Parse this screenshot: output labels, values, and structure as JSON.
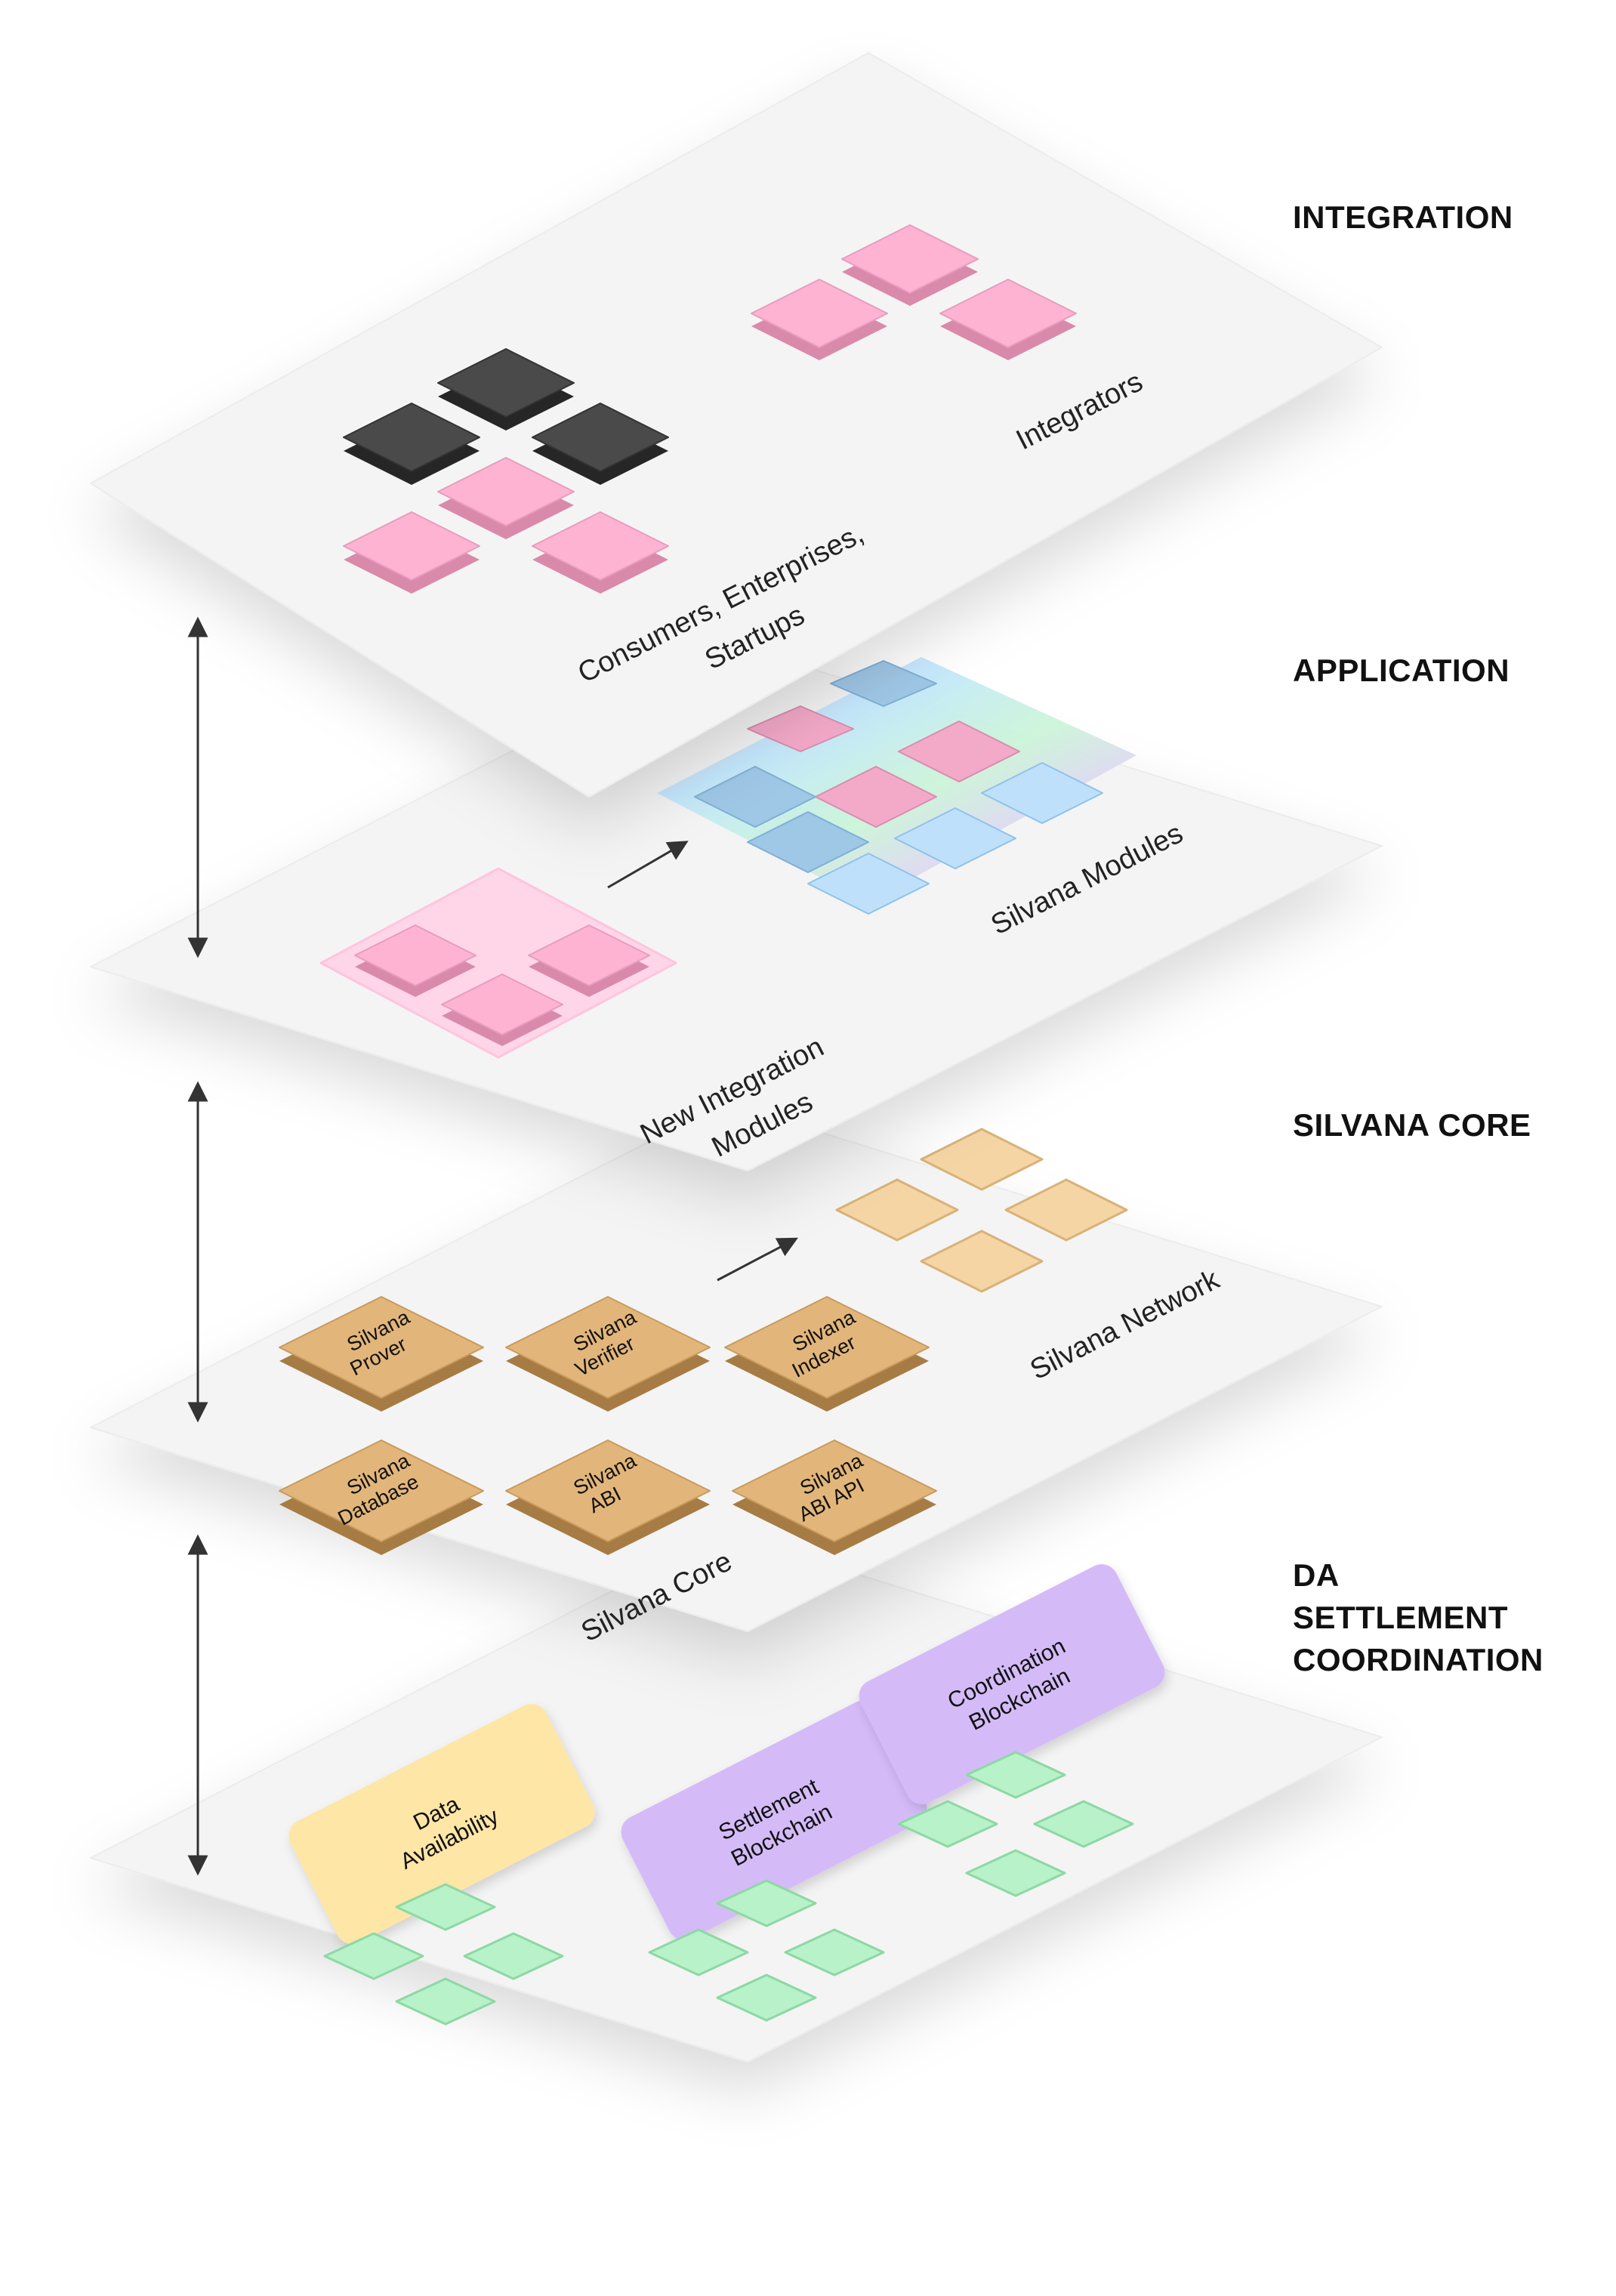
{
  "layers": [
    {
      "id": "integration",
      "label": "INTEGRATION"
    },
    {
      "id": "application",
      "label": "APPLICATION"
    },
    {
      "id": "core",
      "label": "SILVANA CORE"
    },
    {
      "id": "da",
      "label_lines": [
        "DA",
        "SETTLEMENT",
        "COORDINATION"
      ]
    }
  ],
  "integration": {
    "consumers_line1": "Consumers, Enterprises,",
    "consumers_line2": "Startups",
    "integrators": "Integrators"
  },
  "application": {
    "new_modules_line1": "New Integration",
    "new_modules_line2": "Modules",
    "silvana_modules": "Silvana Modules"
  },
  "core": {
    "prover": [
      "Silvana",
      "Prover"
    ],
    "verifier": [
      "Silvana",
      "Verifier"
    ],
    "indexer": [
      "Silvana",
      "Indexer"
    ],
    "database": [
      "Silvana",
      "Database"
    ],
    "abi": [
      "Silvana",
      "ABI"
    ],
    "abi_api": [
      "Silvana",
      "ABI API"
    ],
    "network": "Silvana Network",
    "core_label": "Silvana Core"
  },
  "da": {
    "data_availability": [
      "Data",
      "Availability"
    ],
    "settlement": [
      "Settlement",
      "Blockchain"
    ],
    "coordination": [
      "Coordination",
      "Blockchain"
    ]
  },
  "colors": {
    "plate": "#f4f4f4",
    "pink": "#ffb3d3",
    "pink_side": "#d98aab",
    "dark": "#4a4a4a",
    "dark_side": "#262626",
    "blue": "#bfe0fb",
    "tan": "#f5d5a4",
    "gold": "#e2b67a",
    "green": "#b8f2c8",
    "yellow": "#fde6a6",
    "purple": "#d4bbf8",
    "text": "#111111"
  }
}
